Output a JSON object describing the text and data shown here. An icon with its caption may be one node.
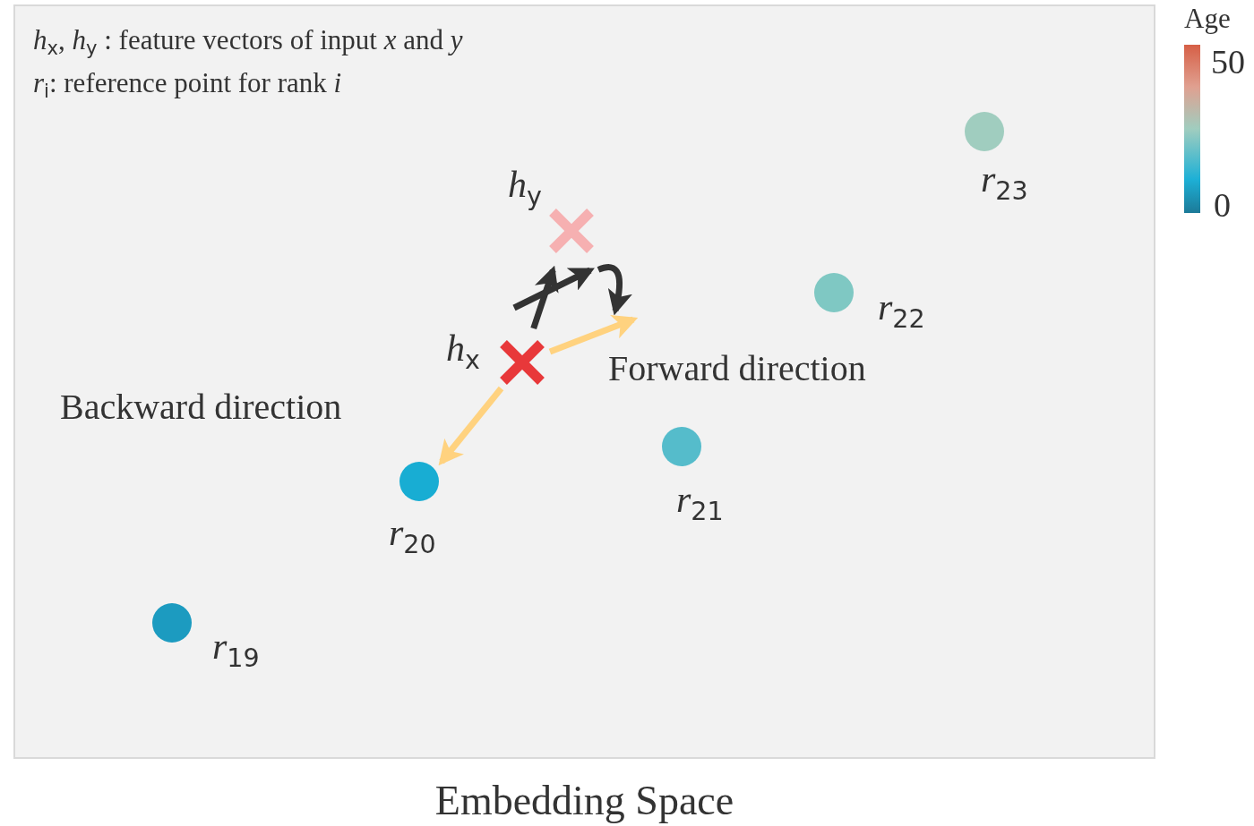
{
  "diagram": {
    "caption": "Embedding Space",
    "nodes": [
      {
        "text": [
          "*h*$_{x}$, *h*$_{y}$ : feature vectors of input *x* and *y*",
          "*r*$_{i}$: reference point for rank *i*"
        ]
      },
      {
        "text": [
          "*h*$_{y}$"
        ],
        "in": 0
      },
      {
        "text": [
          "*h*$_{x}$"
        ],
        "in": 0
      },
      {
        "text": [
          "*r*$_{23}$"
        ],
        "in": 0
      },
      {
        "text": [
          "*r*$_{22}$"
        ],
        "in": 0
      },
      {
        "text": [
          "*r*$_{21}$"
        ],
        "in": 0
      },
      {
        "text": [
          "*r*$_{20}$"
        ],
        "in": 0
      },
      {
        "text": [
          "*r*$_{19}$"
        ],
        "in": 0
      }
    ],
    "edges": [
      {
        "from": 2,
        "to": null,
        "arrow": "to",
        "label": "Forward direction",
        "color": "#ffd27f"
      },
      {
        "from": 2,
        "to": 6,
        "arrow": "to",
        "label": "Backward direction",
        "color": "#ffd27f"
      },
      {
        "from": 2,
        "to": 1,
        "arrow": "to"
      },
      {
        "from": null,
        "to": 1,
        "arrow": "to"
      },
      {
        "from": 1,
        "to": null,
        "arrow": "to"
      }
    ],
    "labels": [
      "Age",
      "50",
      "0"
    ]
  }
}
